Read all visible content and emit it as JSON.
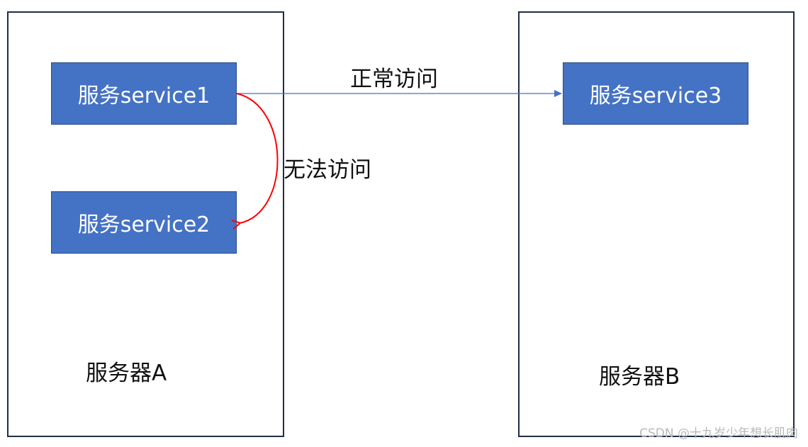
{
  "servers": {
    "a": {
      "label": "服务器A"
    },
    "b": {
      "label": "服务器B"
    }
  },
  "services": {
    "service1": "服务service1",
    "service2": "服务service2",
    "service3": "服务service3"
  },
  "edges": {
    "normal_access": "正常访问",
    "no_access": "无法访问"
  },
  "colors": {
    "service_fill": "#4472c4",
    "normal_arrow": "#4472c4",
    "blocked_arrow": "#ff0000",
    "border": "#1f2d45"
  },
  "watermark": "CSDN @十九岁少年想长肌肉"
}
